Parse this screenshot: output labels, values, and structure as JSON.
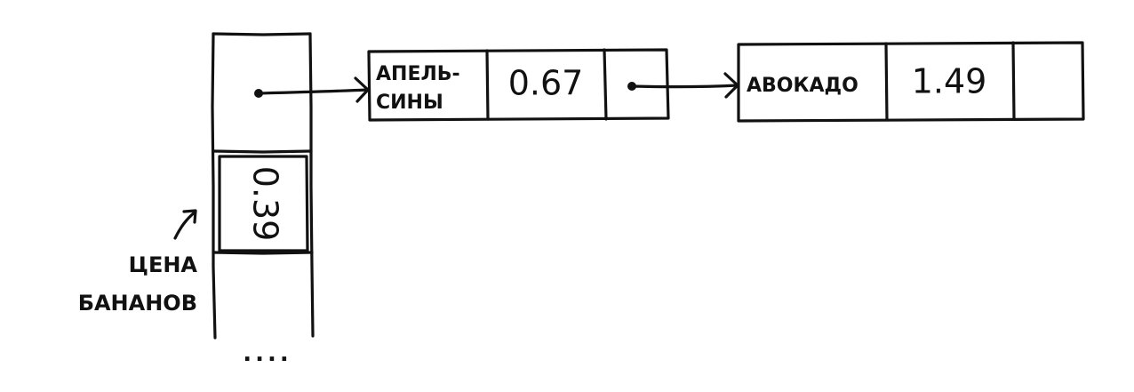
{
  "array": {
    "bananas_price": "0.39",
    "ellipsis": "....",
    "annotation": {
      "line1": "ЦЕНА",
      "line2": "БАНАНОВ"
    }
  },
  "nodes": [
    {
      "name_line1": "АПЕЛЬ-",
      "name_line2": "СИНЫ",
      "price": "0.67"
    },
    {
      "name": "АВОКАДО",
      "price": "1.49"
    }
  ],
  "colors": {
    "ink": "#111111",
    "background": "#ffffff"
  }
}
